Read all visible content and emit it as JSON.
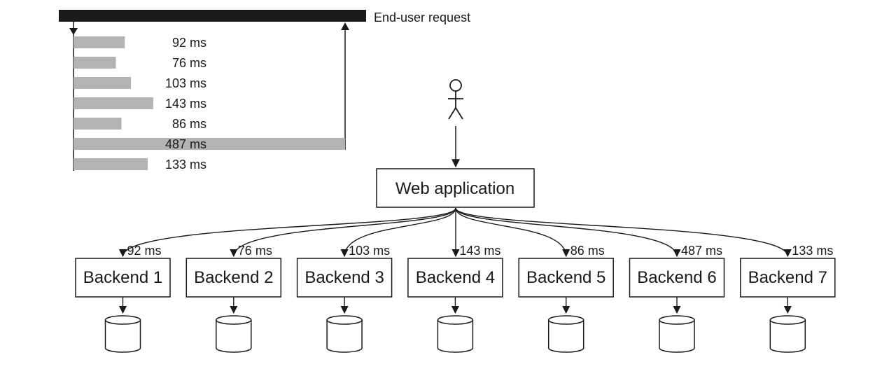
{
  "request_label": "End-user request",
  "web_app_label": "Web application",
  "colors": {
    "ink": "#1a1a1a",
    "bar": "#b3b3b3",
    "request_bar": "#1a1a1a"
  },
  "icons": {
    "user": "stick-figure-icon",
    "database": "database-cylinder-icon"
  },
  "timeline": [
    {
      "label": "92 ms",
      "ms": 92
    },
    {
      "label": "76 ms",
      "ms": 76
    },
    {
      "label": "103 ms",
      "ms": 103
    },
    {
      "label": "143 ms",
      "ms": 143
    },
    {
      "label": "86 ms",
      "ms": 86
    },
    {
      "label": "487 ms",
      "ms": 487
    },
    {
      "label": "133 ms",
      "ms": 133
    }
  ],
  "backends": [
    {
      "name": "Backend 1",
      "latency": "92 ms"
    },
    {
      "name": "Backend 2",
      "latency": "76 ms"
    },
    {
      "name": "Backend 3",
      "latency": "103 ms"
    },
    {
      "name": "Backend 4",
      "latency": "143 ms"
    },
    {
      "name": "Backend 5",
      "latency": "86 ms"
    },
    {
      "name": "Backend 6",
      "latency": "487 ms"
    },
    {
      "name": "Backend 7",
      "latency": "133 ms"
    }
  ]
}
